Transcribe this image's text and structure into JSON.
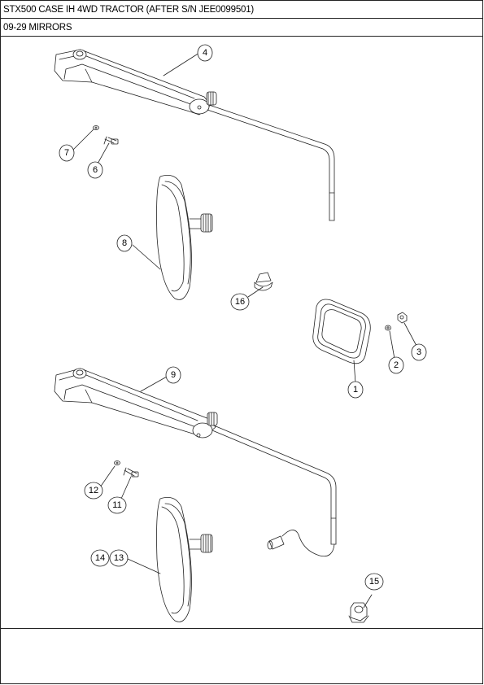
{
  "header": {
    "model": "STX500 CASE IH 4WD TRACTOR (AFTER S/N JEE0099501)",
    "section": "09-29 MIRRORS"
  },
  "callouts": [
    {
      "id": "c4",
      "label": "4"
    },
    {
      "id": "c7",
      "label": "7"
    },
    {
      "id": "c6",
      "label": "6"
    },
    {
      "id": "c8",
      "label": "8"
    },
    {
      "id": "c16",
      "label": "16"
    },
    {
      "id": "c2",
      "label": "2"
    },
    {
      "id": "c3",
      "label": "3"
    },
    {
      "id": "c1",
      "label": "1"
    },
    {
      "id": "c9",
      "label": "9"
    },
    {
      "id": "c12",
      "label": "12"
    },
    {
      "id": "c11",
      "label": "11"
    },
    {
      "id": "c14",
      "label": "14"
    },
    {
      "id": "c13",
      "label": "13"
    },
    {
      "id": "c15",
      "label": "15"
    }
  ]
}
